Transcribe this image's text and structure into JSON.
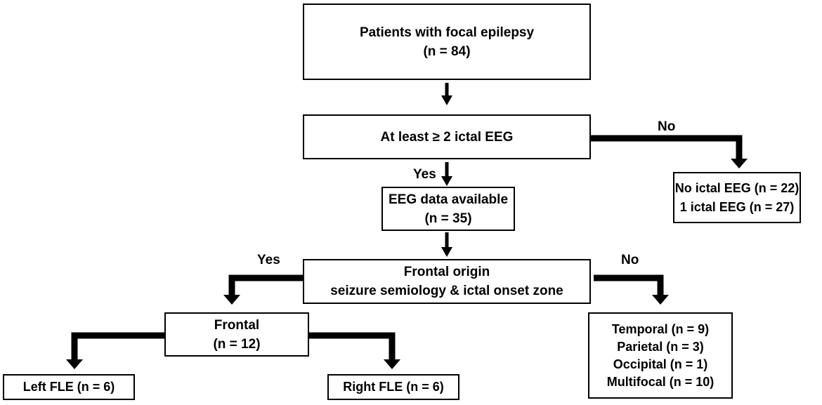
{
  "boxes": {
    "patients": {
      "line1": "Patients with focal epilepsy",
      "line2": "(n = 84)"
    },
    "ictal_eeg": {
      "line1": "At least ≥ 2 ictal EEG"
    },
    "excluded": {
      "line1": "No ictal EEG (n = 22)",
      "line2": "1 ictal EEG (n = 27)"
    },
    "eeg_available": {
      "line1": "EEG data available",
      "line2": "(n = 35)"
    },
    "frontal_origin": {
      "line1": "Frontal origin",
      "line2": "seizure semiology & ictal onset zone"
    },
    "frontal": {
      "line1": "Frontal",
      "line2": "(n = 12)"
    },
    "other": {
      "line1": "Temporal (n = 9)",
      "line2": "Parietal (n = 3)",
      "line3": "Occipital (n = 1)",
      "line4": "Multifocal (n = 10)"
    },
    "left_fle": {
      "line1": "Left FLE (n = 6)"
    },
    "right_fle": {
      "line1": "Right FLE (n = 6)"
    }
  },
  "labels": {
    "no_ictal": "No",
    "yes_ictal": "Yes",
    "yes_frontal": "Yes",
    "no_frontal": "No"
  }
}
